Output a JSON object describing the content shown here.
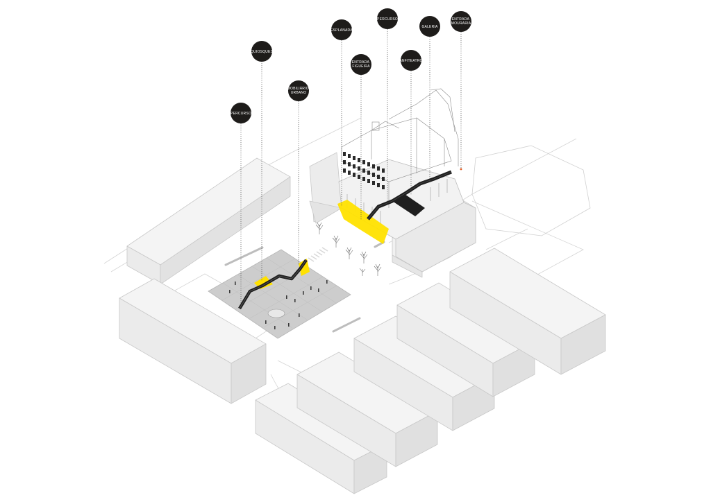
{
  "colors": {
    "background": "#ffffff",
    "block_top": "#f4f4f4",
    "block_left": "#ebebeb",
    "block_right": "#e0e0e0",
    "block_edge": "#c8c8c8",
    "plaza_paving": "#c9c9c9",
    "highlight": "#ffe100",
    "structure": "#1f1f1f",
    "callout_circle": "#1e1c1a",
    "leader_line": "#555555"
  },
  "callouts": [
    {
      "lines": [
        "PERCURSO"
      ]
    },
    {
      "lines": [
        "QUIOSQUES"
      ]
    },
    {
      "lines": [
        "MOBILIÁRIO",
        "URBANO"
      ]
    },
    {
      "lines": [
        "ESPLANADA"
      ]
    },
    {
      "lines": [
        "ENTRADA",
        "FIGUEIRA"
      ]
    },
    {
      "lines": [
        "PERCURSO"
      ]
    },
    {
      "lines": [
        "ANFITEATRO"
      ]
    },
    {
      "lines": [
        "GALERIA"
      ]
    },
    {
      "lines": [
        "ENTRADA",
        "MOURARIA"
      ]
    }
  ]
}
